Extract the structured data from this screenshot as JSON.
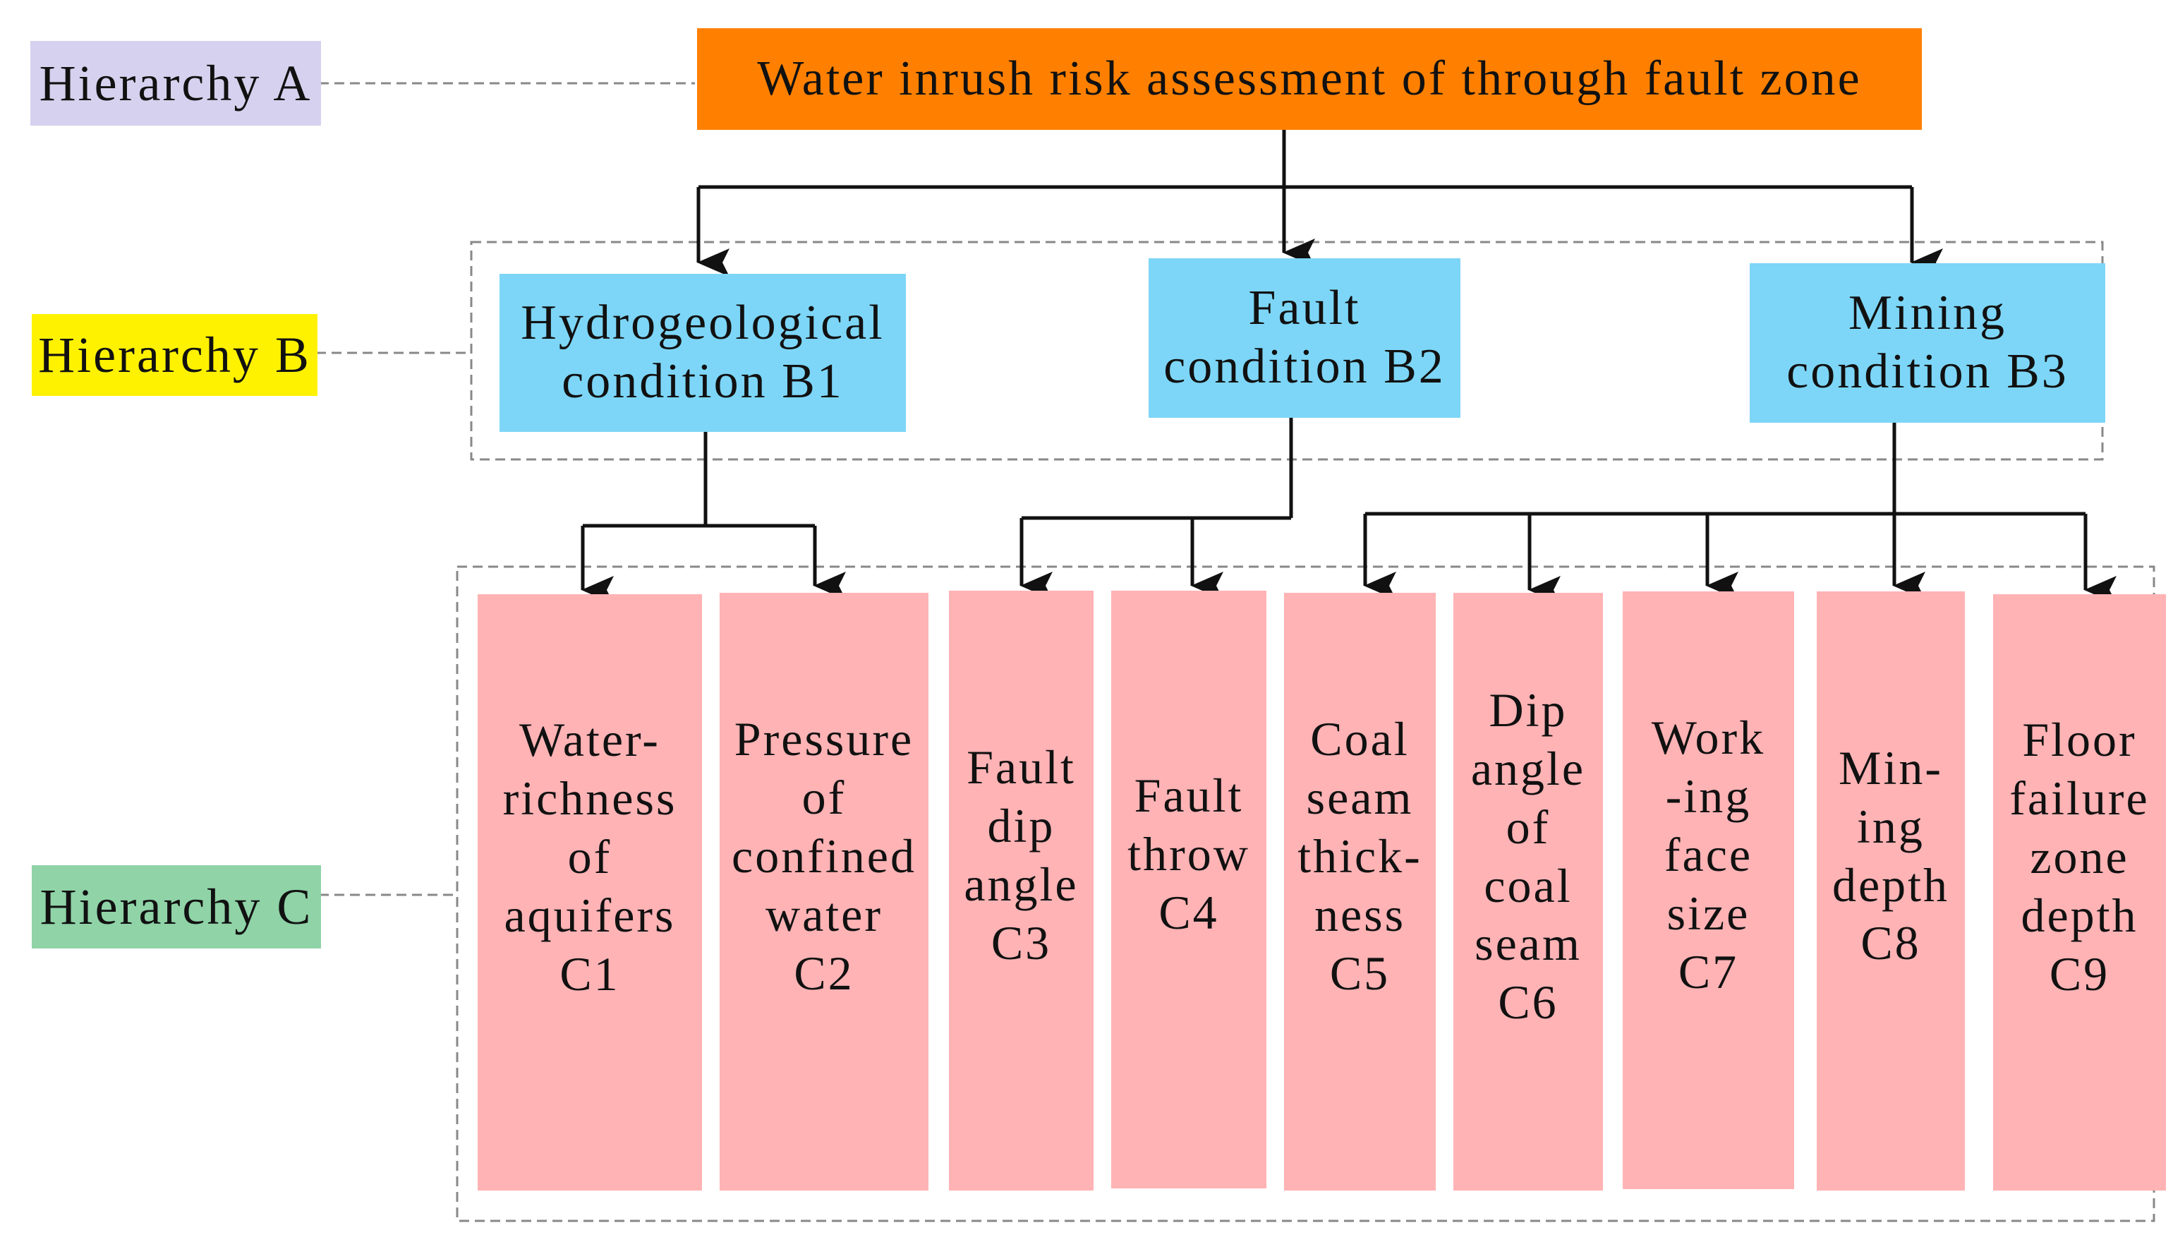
{
  "hierarchy_labels": {
    "a": "Hierarchy A",
    "b": "Hierarchy B",
    "c": "Hierarchy C"
  },
  "goal": "Water inrush risk assessment of through fault zone",
  "criteria": [
    "Hydrogeological\ncondition B1",
    "Fault\ncondition B2",
    "Mining\ncondition B3"
  ],
  "indicators": [
    "Water-\nrichness\nof\naquifers\nC1",
    "Pressure\nof\nconfined\nwater\nC2",
    "Fault\ndip\nangle\nC3",
    "Fault\nthrow\nC4",
    "Coal\nseam\nthick-\nness\nC5",
    "Dip\nangle\nof\ncoal\nseam\nC6",
    "Work\n-ing\nface\nsize\nC7",
    "Min-\ning\ndepth\nC8",
    "Floor\nfailure\nzone\ndepth\nC9"
  ],
  "colors": {
    "hierarchy_a": "#d6d1ee",
    "hierarchy_b": "#fff200",
    "hierarchy_c": "#8fd3a7",
    "goal": "#ff8000",
    "criteria": "#7dd6f7",
    "indicators": "#ffb3b5"
  }
}
